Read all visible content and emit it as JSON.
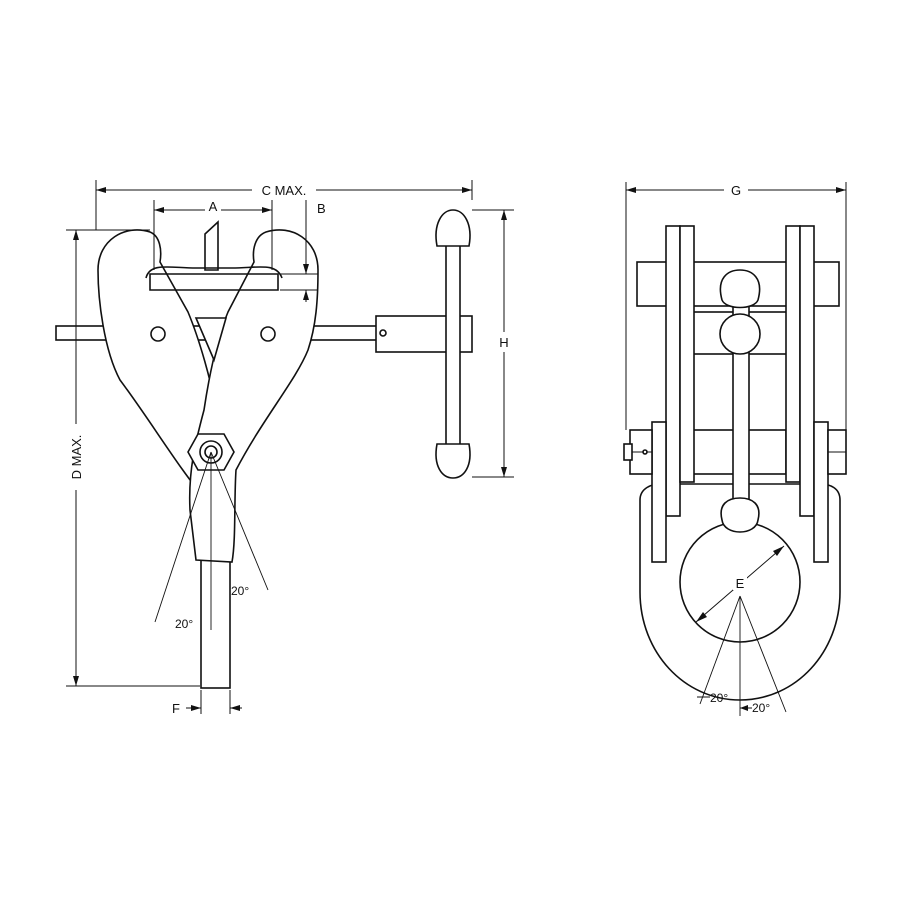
{
  "side_view": {
    "dim_c": "C MAX.",
    "dim_a": "A",
    "dim_b": "B",
    "dim_h": "H",
    "dim_d": "D MAX.",
    "dim_f": "F",
    "angle_left": "20°",
    "angle_right": "20°"
  },
  "end_view": {
    "dim_g": "G",
    "dim_e": "E",
    "angle_left": "20°",
    "angle_right": "20°"
  }
}
